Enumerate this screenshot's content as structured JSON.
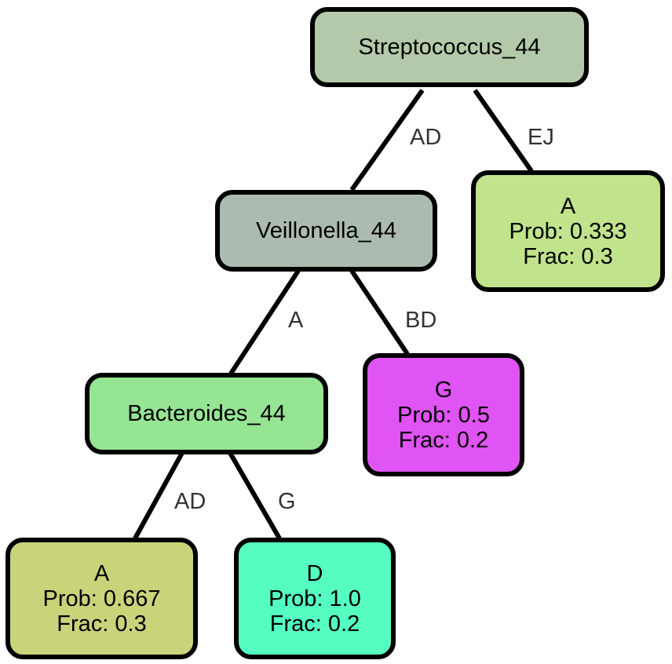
{
  "nodes": {
    "root": {
      "label": "Streptococcus_44",
      "color": "#b4c9a9"
    },
    "veillonella": {
      "label": "Veillonella_44",
      "color": "#abbbb0"
    },
    "bacteroides": {
      "label": "Bacteroides_44",
      "color": "#95e592"
    },
    "leaf_root_ej": {
      "class": "A",
      "prob": "Prob: 0.333",
      "frac": "Frac: 0.3",
      "color": "#c1e38c"
    },
    "leaf_veil_bd": {
      "class": "G",
      "prob": "Prob: 0.5",
      "frac": "Frac: 0.2",
      "color": "#e053f4"
    },
    "leaf_bact_ad": {
      "class": "A",
      "prob": "Prob: 0.667",
      "frac": "Frac: 0.3",
      "color": "#c9d47a"
    },
    "leaf_bact_g": {
      "class": "D",
      "prob": "Prob: 1.0",
      "frac": "Frac: 0.2",
      "color": "#55fec0"
    }
  },
  "edges": {
    "root_ad": "AD",
    "root_ej": "EJ",
    "veil_a": "A",
    "veil_bd": "BD",
    "bact_ad": "AD",
    "bact_g": "G"
  }
}
